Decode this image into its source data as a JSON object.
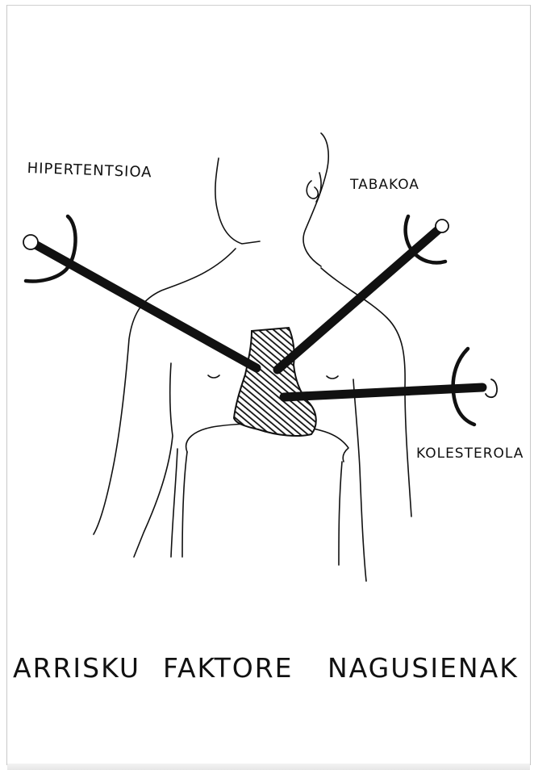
{
  "poster": {
    "labels": {
      "hypertension": "HIPERTENTSIOA",
      "tobacco": "TABAKOA",
      "cholesterol": "KOLESTEROLA"
    },
    "title": {
      "word1": "ARRISKU",
      "word2": "FAKTORE",
      "word3": "NAGUSIENAK"
    },
    "colors": {
      "ink": "#111111",
      "paper": "#ffffff"
    },
    "icons": [
      "human-torso-outline",
      "hatched-heart",
      "pipe-arrow"
    ]
  }
}
